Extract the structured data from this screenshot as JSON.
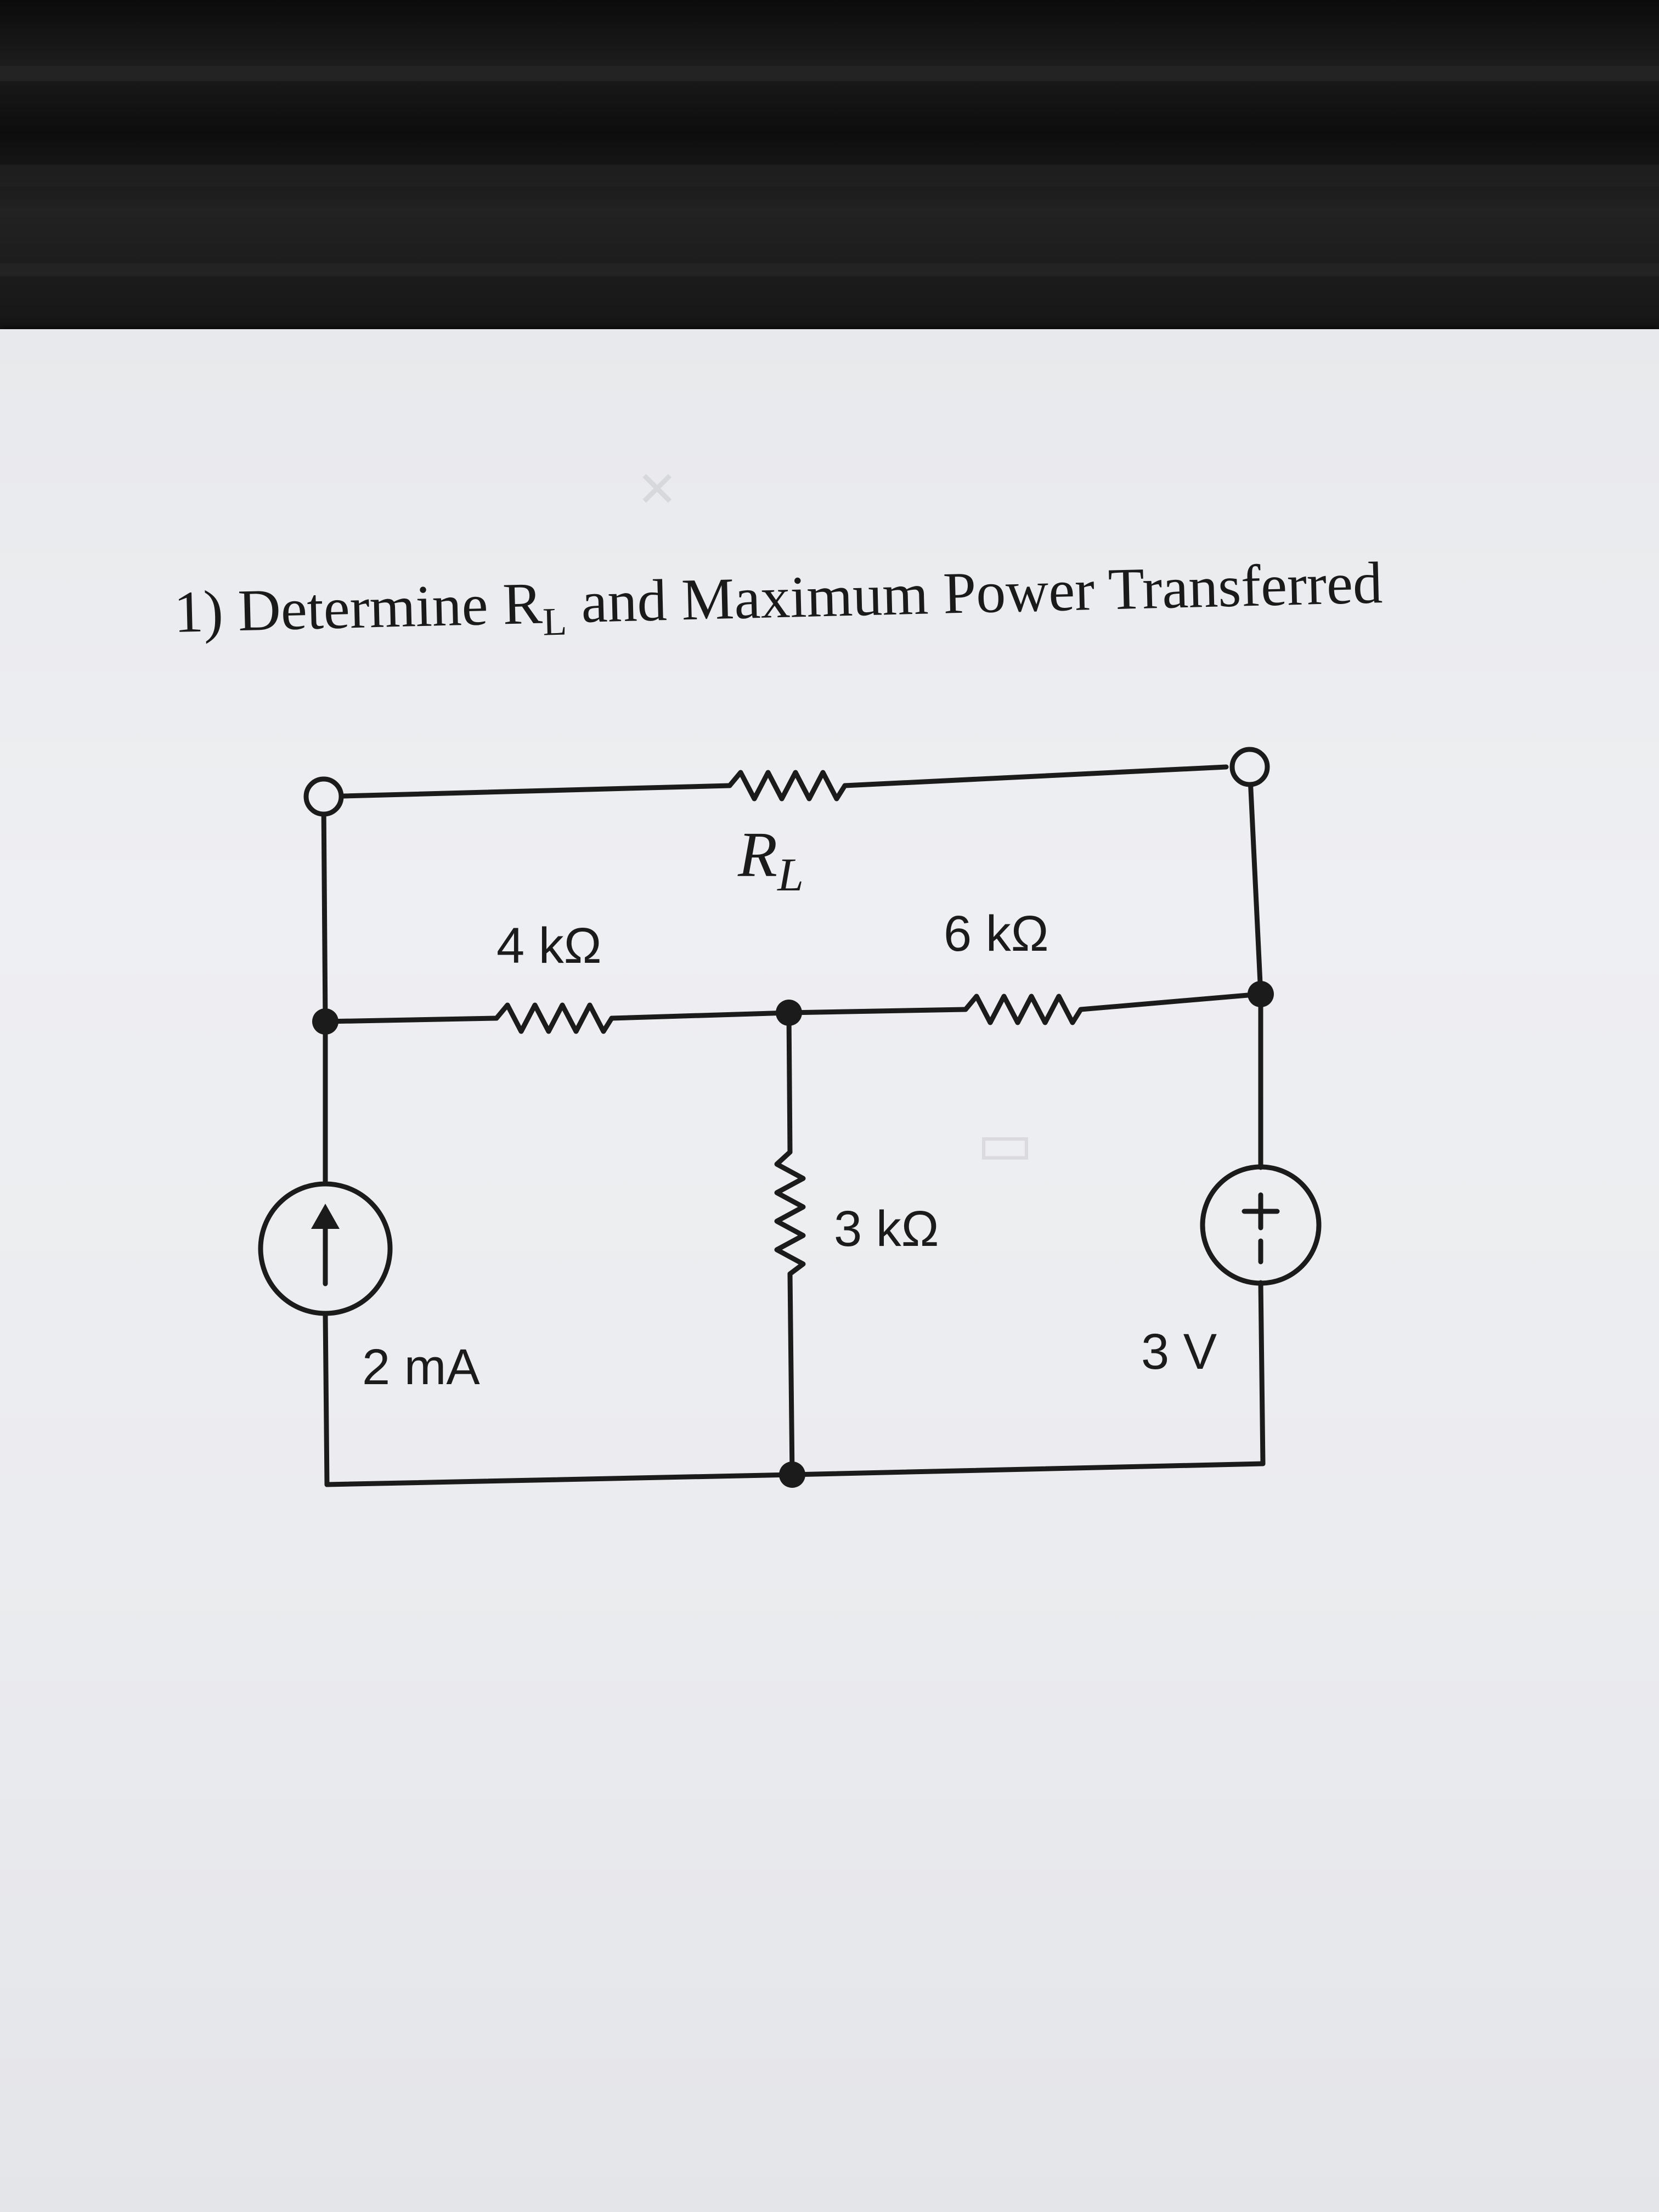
{
  "problem": {
    "number": "1)",
    "text_before": "Determine R",
    "subscript": "L",
    "text_after": " and Maximum Power Transferred"
  },
  "circuit": {
    "load_resistor": {
      "symbol": "R",
      "subscript": "L"
    },
    "resistor_4k": {
      "label": "4 kΩ"
    },
    "resistor_6k": {
      "label": "6 kΩ"
    },
    "resistor_3k": {
      "label": "3 kΩ"
    },
    "current_source": {
      "label": "2 mA",
      "direction": "up"
    },
    "voltage_source": {
      "label": "3 V",
      "plus": "+",
      "minus": "−"
    }
  },
  "colors": {
    "ink": "#1b1b1b",
    "paper": "#eceef1",
    "background": "#111111"
  }
}
